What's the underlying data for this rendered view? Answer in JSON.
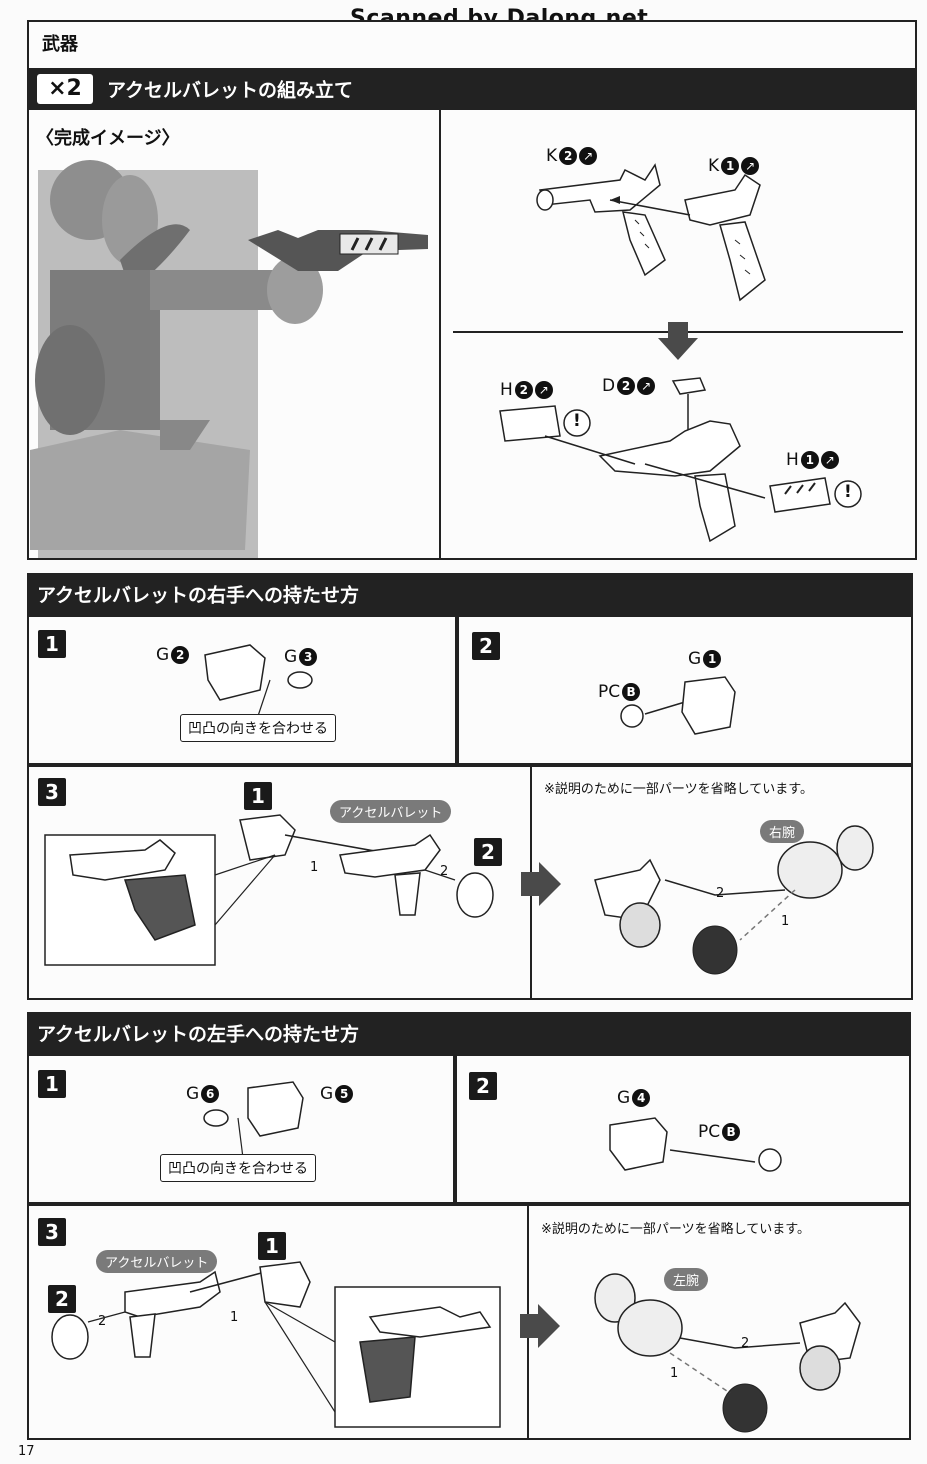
{
  "watermark": "Scanned by Dalong.net",
  "page_number": "17",
  "header": {
    "title": "武器"
  },
  "section_main": {
    "qty": "×2",
    "title": "アクセルバレットの組み立て",
    "preview_label": "〈完成イメージ〉",
    "part_k2": {
      "letter": "K",
      "num": "2"
    },
    "part_k1": {
      "letter": "K",
      "num": "1"
    },
    "part_h2": {
      "letter": "H",
      "num": "2"
    },
    "part_d2": {
      "letter": "D",
      "num": "2"
    },
    "part_h1": {
      "letter": "H",
      "num": "1"
    },
    "caution": "!"
  },
  "section_right": {
    "title": "アクセルバレットの右手への持たせ方",
    "step1": {
      "num": "1",
      "g2": {
        "letter": "G",
        "num": "2"
      },
      "g3": {
        "letter": "G",
        "num": "3"
      },
      "note": "凹凸の向きを合わせる"
    },
    "step2": {
      "num": "2",
      "g1": {
        "letter": "G",
        "num": "1"
      },
      "pc": {
        "letter": "PC",
        "num": "B"
      }
    },
    "step3": {
      "num": "3",
      "sub1": "1",
      "sub2": "2",
      "pill": "アクセルバレット",
      "hex1": "1",
      "hex2": "2",
      "omit_note": "※説明のために一部パーツを省略しています。",
      "arm_pill": "右腕",
      "hex_r2": "2",
      "hex_r1": "1"
    }
  },
  "section_left": {
    "title": "アクセルバレットの左手への持たせ方",
    "step1": {
      "num": "1",
      "g6": {
        "letter": "G",
        "num": "6"
      },
      "g5": {
        "letter": "G",
        "num": "5"
      },
      "note": "凹凸の向きを合わせる"
    },
    "step2": {
      "num": "2",
      "g4": {
        "letter": "G",
        "num": "4"
      },
      "pc": {
        "letter": "PC",
        "num": "B"
      }
    },
    "step3": {
      "num": "3",
      "sub1": "1",
      "sub2": "2",
      "pill": "アクセルバレット",
      "hex1": "1",
      "hex2": "2",
      "omit_note": "※説明のために一部パーツを省略しています。",
      "arm_pill": "左腕",
      "hex_l2": "2",
      "hex_l1": "1"
    }
  }
}
